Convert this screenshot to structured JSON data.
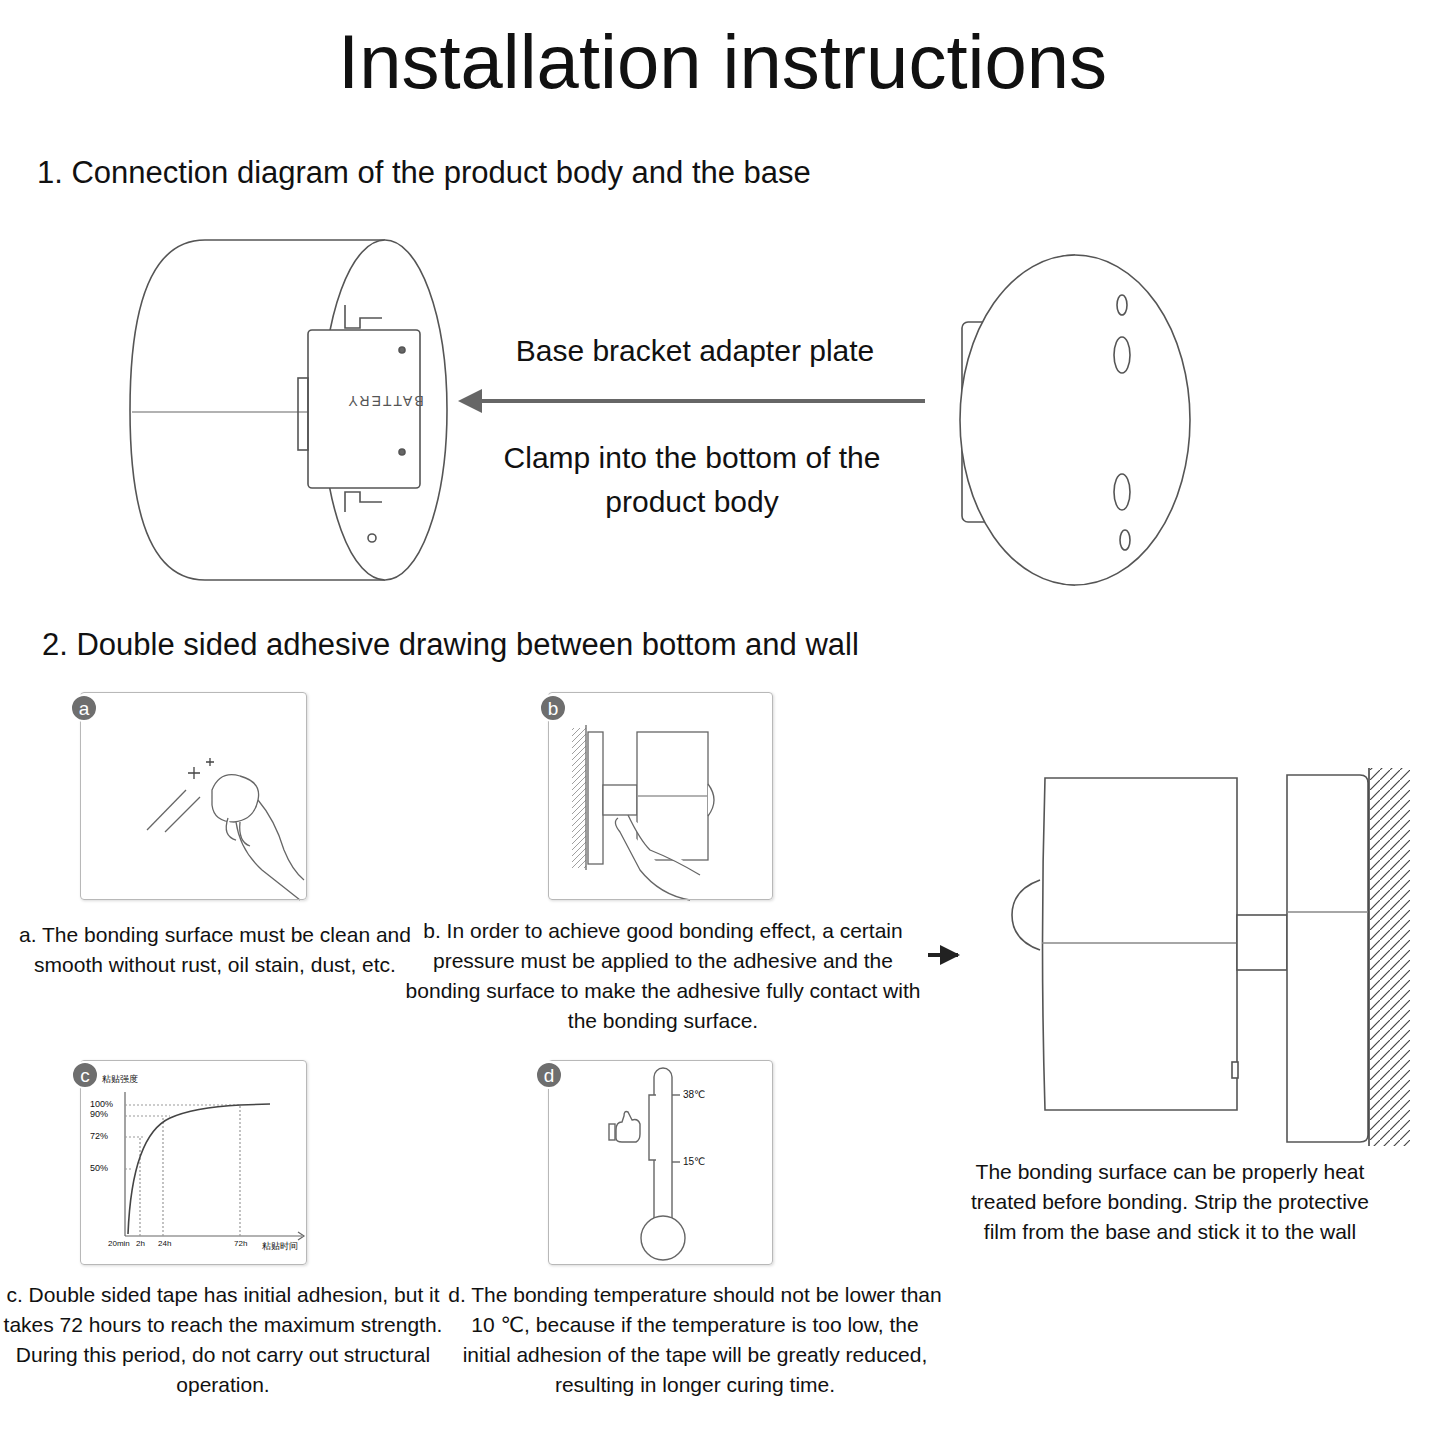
{
  "diagram": {
    "title": "Installation instructions",
    "nodes": [
      {
        "text": [
          "a. The bonding surface must be clean and smooth without rust, oil stain, dust, etc."
        ]
      },
      {
        "text": [
          "a"
        ],
        "in": 0
      },
      {
        "text": [
          "b. In order to achieve good bonding effect, a certain pressure must be applied to the adhesive and the bonding surface to make the adhesive fully contact with the bonding surface."
        ]
      },
      {
        "text": [
          "b"
        ],
        "in": 2
      },
      {
        "text": [
          "The bonding surface can be properly heat treated before bonding. Strip the protective film from the base and stick it to the wall"
        ]
      },
      {
        "text": [
          "c. Double sided tape has initial adhesion, but it takes 72 hours to reach the maximum strength. During this period, do not carry out structural operation."
        ]
      },
      {
        "text": [
          "c"
        ],
        "in": 5
      },
      {
        "text": [
          "d. The bonding temperature should not be lower than 10 ℃, because if the temperature is too low, the initial adhesion of the tape will be greatly reduced, resulting in longer curing time."
        ]
      },
      {
        "text": [
          "d"
        ],
        "in": 7
      }
    ],
    "edges": [
      {
        "from": 2,
        "to": 4,
        "arrow": "to"
      }
    ],
    "labels": [
      "1. Connection diagram of the product body and the base",
      "BATTERY",
      "Base bracket adapter plate",
      "Clamp into the bottom of the product body",
      "2. Double sided adhesive drawing between bottom and wall",
      "粘贴强度",
      "100%",
      "90%",
      "72%",
      "50%",
      "20min",
      "2h",
      "24h",
      "72h",
      "粘贴时间",
      "38℃",
      "15℃"
    ]
  }
}
